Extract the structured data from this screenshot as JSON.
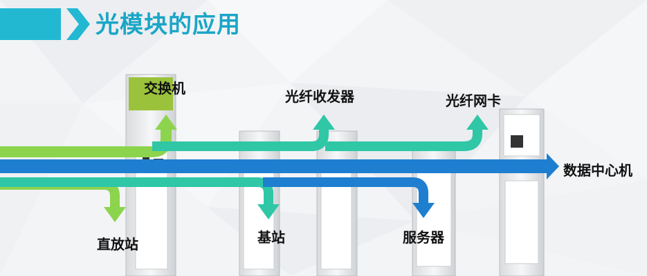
{
  "title": "光模块的应用",
  "labels": {
    "switch": "交换机",
    "media_converter": "光纤收发器",
    "nic": "光纤网卡",
    "datacenter": "数据中心机",
    "direct": "直放站",
    "base_station": "基站",
    "server": "服务器"
  },
  "colors": {
    "accent_teal": "#1aa6c7",
    "green_arrow": "#8dd44e",
    "teal_arrow": "#2fc7a6",
    "blue_arrow": "#1e7fd0",
    "header_bar": "#22b8d2"
  }
}
